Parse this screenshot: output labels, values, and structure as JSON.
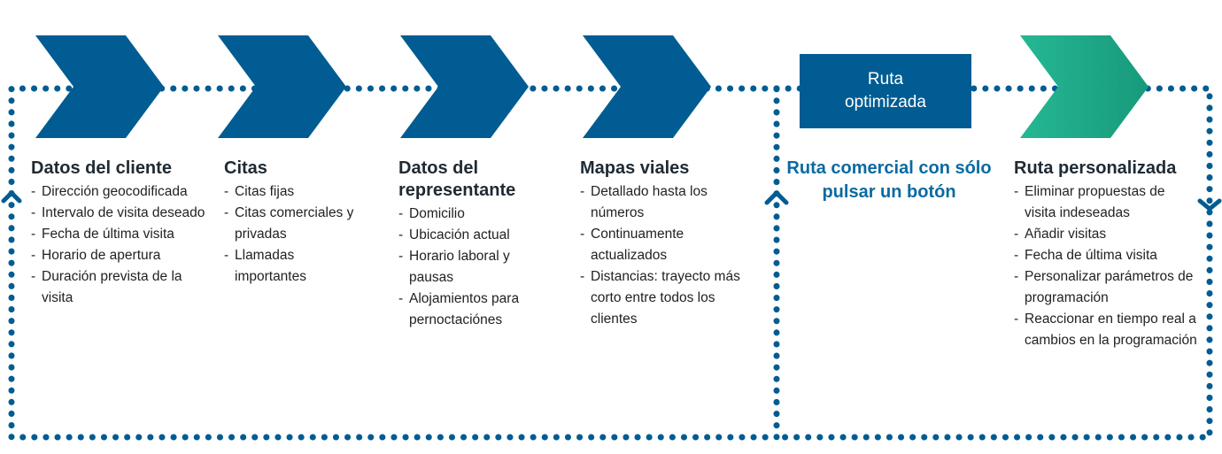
{
  "steps": [
    {
      "title": "Datos del cliente",
      "items": [
        "Dirección geocodificada",
        "Intervalo de visita deseado",
        "Fecha de última visita",
        "Horario de apertura",
        "Duración prevista de la visita"
      ]
    },
    {
      "title": "Citas",
      "items": [
        "Citas fijas",
        "Citas comerciales y privadas",
        "Llamadas importantes"
      ]
    },
    {
      "title": "Datos del representante",
      "items": [
        "Domicilio",
        "Ubicación actual",
        "Horario laboral y pausas",
        "Alojamientos para pernoctaciónes"
      ]
    },
    {
      "title": "Mapas viales",
      "items": [
        "Detallado hasta los números",
        "Continuamente actualizados",
        "Distancias: trayecto más corto entre todos los clientes"
      ]
    }
  ],
  "optimized": {
    "box_label": "Ruta optimizada",
    "caption": "Ruta comercial con sólo pulsar un botón"
  },
  "personalized": {
    "title": "Ruta personalizada",
    "items": [
      "Eliminar propuestas de visita indeseadas",
      "Añadir visitas",
      "Fecha de última visita",
      "Personalizar parámetros de programación",
      "Reaccionar en tiempo real a cambios en la programación"
    ]
  },
  "colors": {
    "primary_blue": "#005c92",
    "accent_green": "#1fae8a",
    "caption_blue": "#0a6aa1",
    "dots": "#005c92"
  }
}
